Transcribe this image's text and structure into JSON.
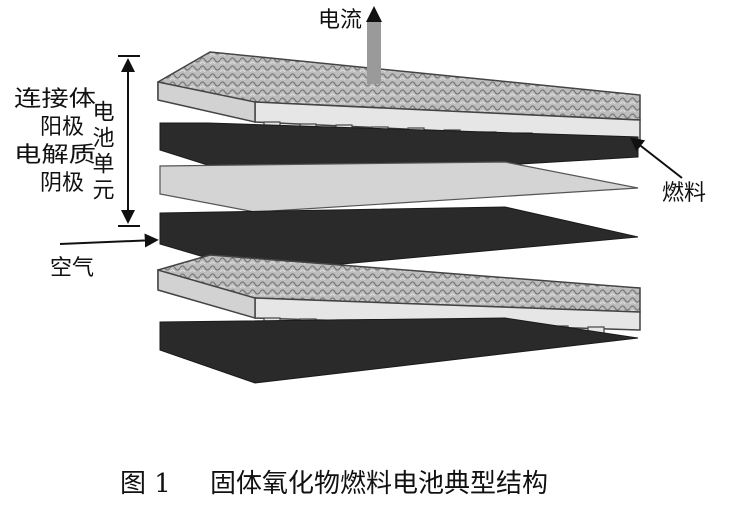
{
  "diagram": {
    "labels": {
      "current": "电流",
      "fuel": "燃料",
      "air": "空气",
      "side_col1": "连接体",
      "side_col2": "阳极",
      "side_col3": "电解质",
      "side_col4": "阴极",
      "side_cell": "电池单元"
    },
    "caption": {
      "number": "图 1",
      "text": "固体氧化物燃料电池典型结构"
    },
    "colors": {
      "dark_layer": "#2a2a2a",
      "electrolyte": "#d4d4d4",
      "interconnect_top": "#b9b9b9",
      "interconnect_side": "#e2e2e2",
      "arrow": "#111111",
      "current_shaft": "#9a9a9a"
    }
  }
}
